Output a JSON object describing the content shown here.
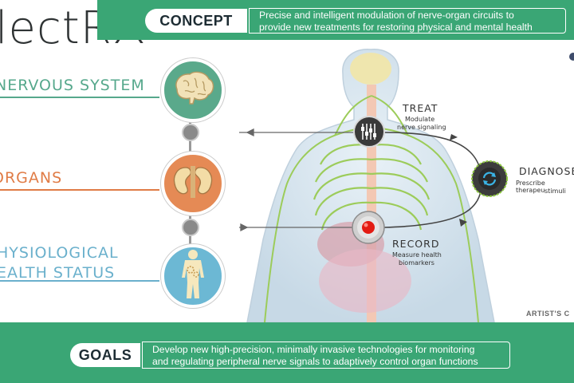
{
  "logo": {
    "text_main": "lectR",
    "text_x": "X"
  },
  "concept": {
    "label": "CONCEPT",
    "line1": "Precise and intelligent modulation of nerve-organ circuits to",
    "line2": "provide new treatments for restoring physical and mental health"
  },
  "left_labels": {
    "nervous_system": "NERVOUS SYSTEM",
    "organs": "ORGANS",
    "physiological_1": "HYSIOLOGICAL",
    "physiological_2": "EALTH STATUS"
  },
  "treat": {
    "title": "TREAT",
    "sub1": "Modulate",
    "sub2": "nerve signaling"
  },
  "record": {
    "title": "RECORD",
    "sub1": "Measure health",
    "sub2": "biomarkers"
  },
  "diagnose": {
    "title": "DIAGNOSE",
    "sub1": "Prescribe therapeu",
    "sub2": "stimuli"
  },
  "artist_note": "ARTIST'S C",
  "goals": {
    "label": "GOALS",
    "line1": "Develop new high-precision, minimally invasive technologies for monitoring",
    "line2": "and regulating peripheral nerve signals to adaptively control organ functions"
  },
  "colors": {
    "band_green": "#3aa675",
    "nervous_green": "#5aa98b",
    "organ_orange": "#e58a55",
    "health_blue": "#6cb8d4",
    "nerve_lime": "#9ccc5a"
  },
  "icons": [
    "brain-icon",
    "kidneys-icon",
    "body-gears-icon",
    "sliders-icon",
    "record-button-icon",
    "diagnose-cycle-icon"
  ]
}
